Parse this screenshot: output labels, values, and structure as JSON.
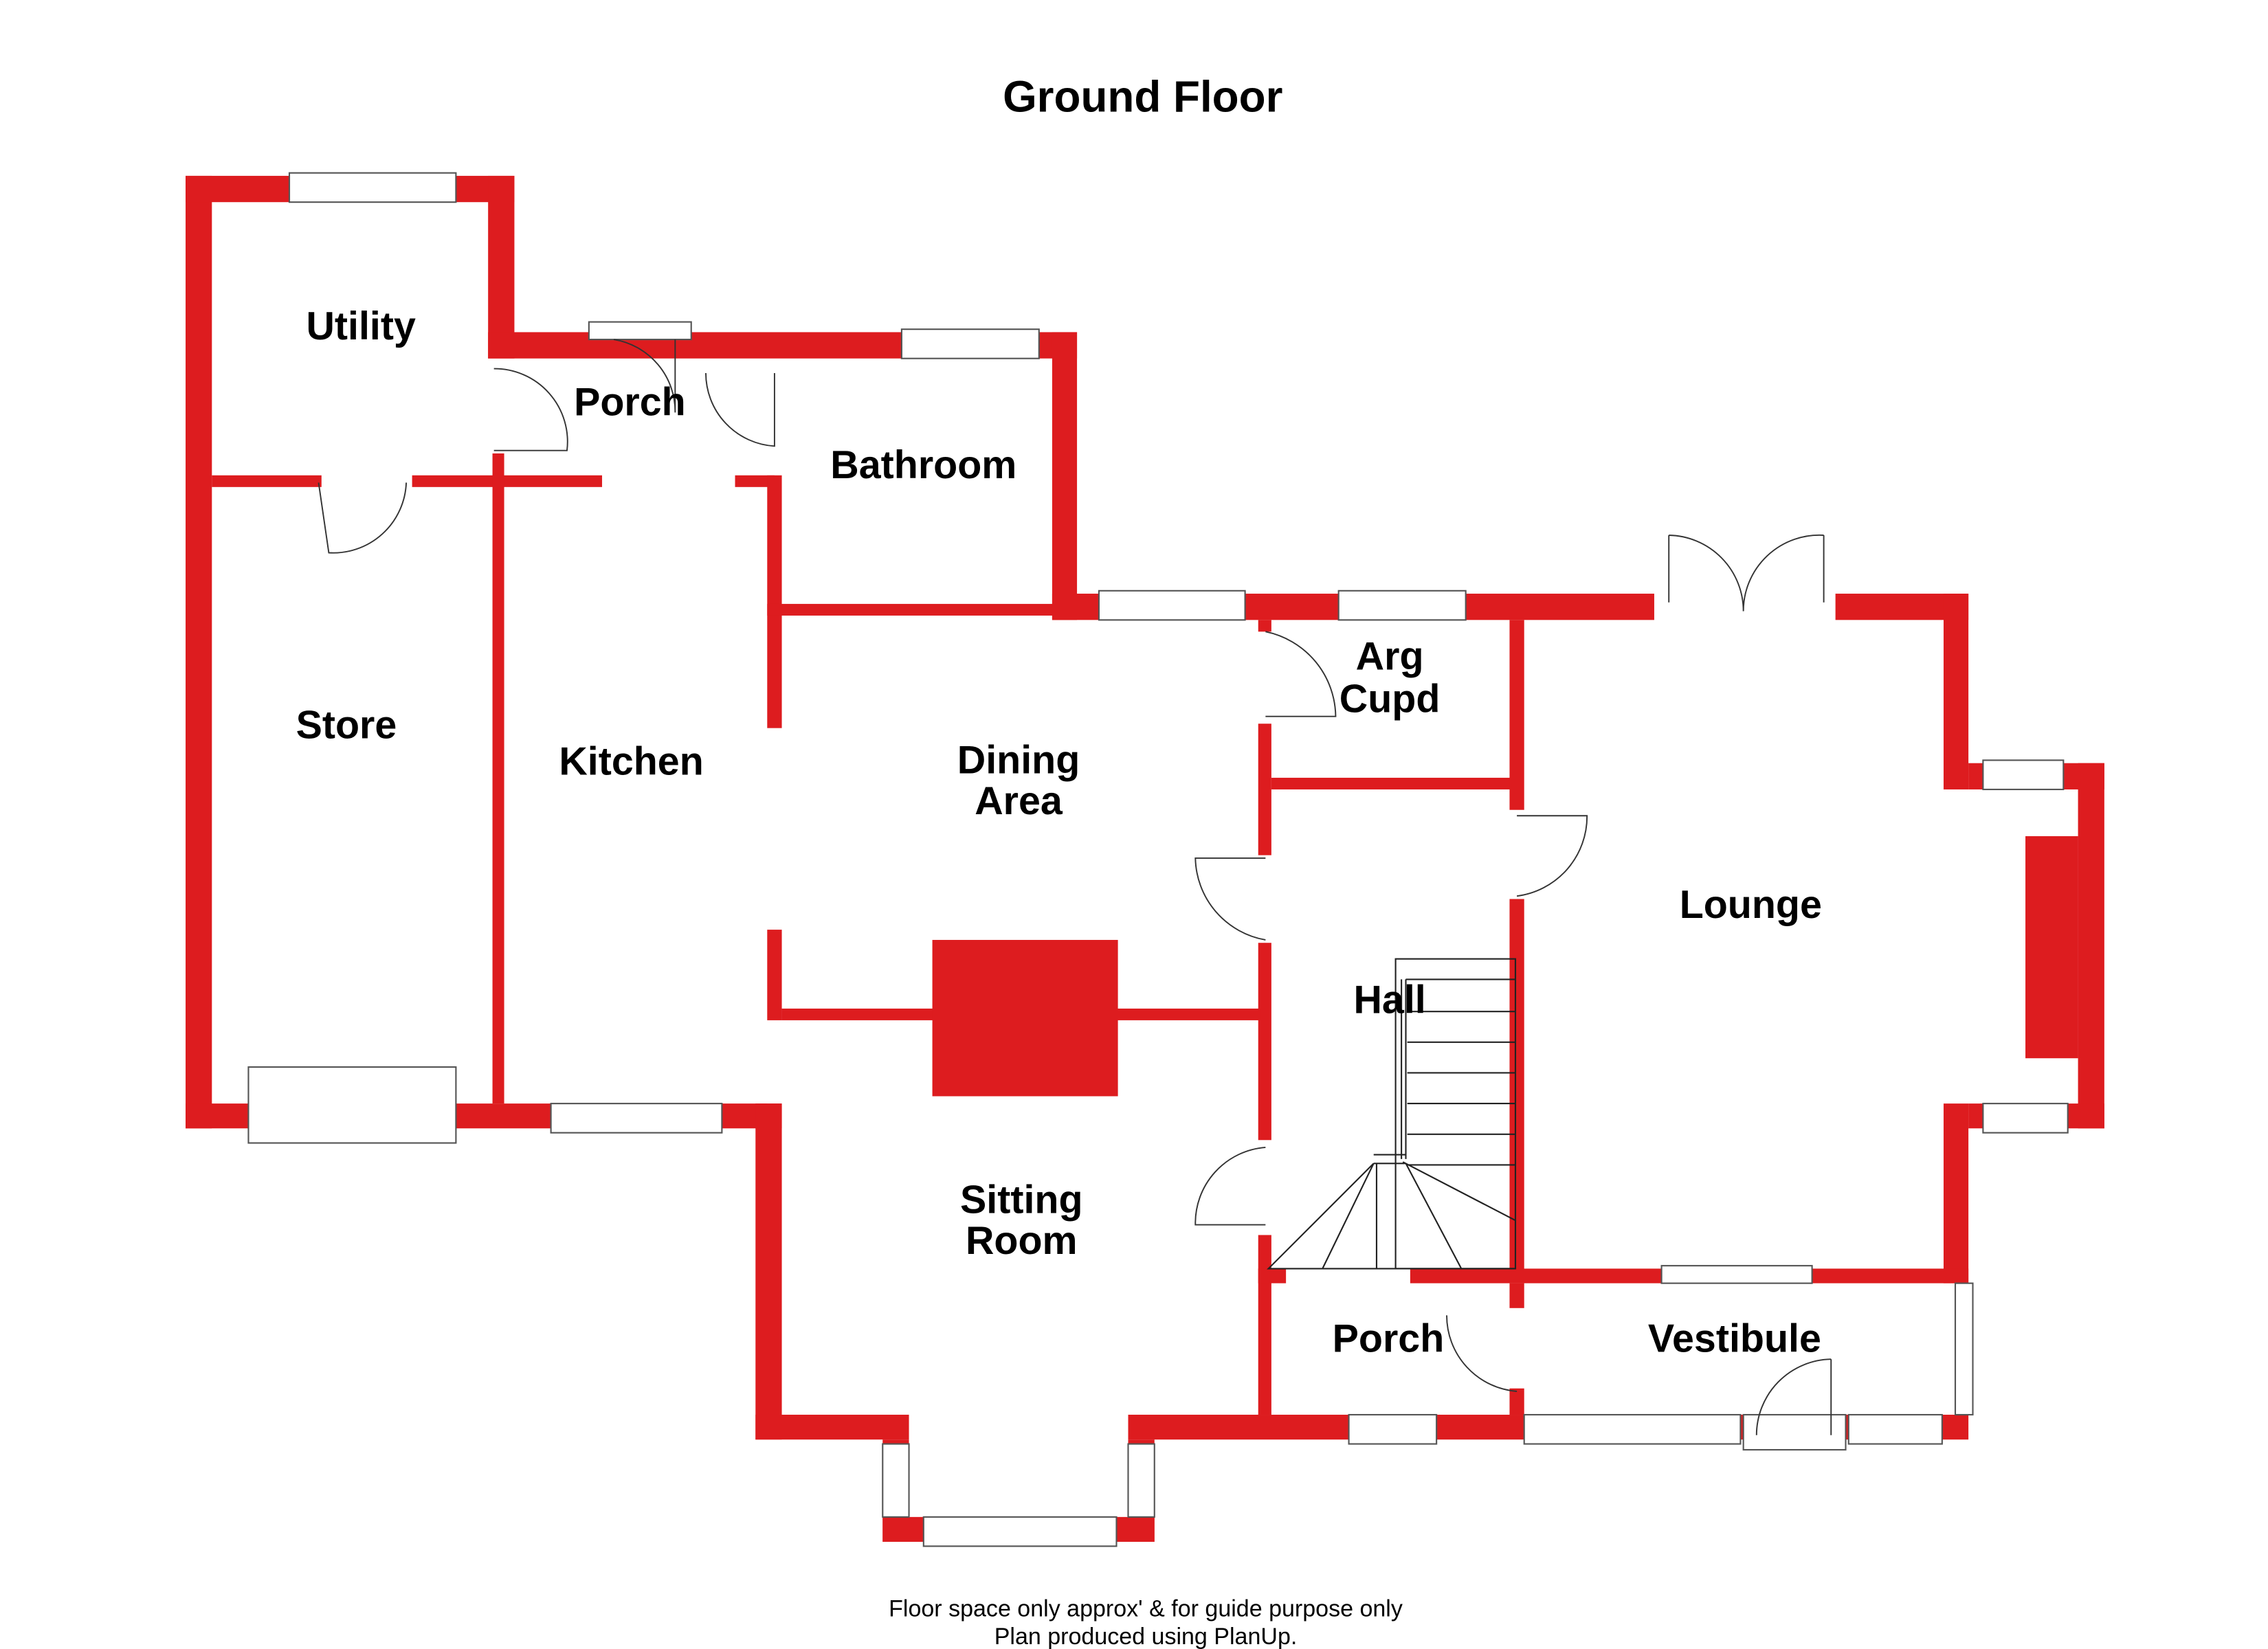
{
  "title": "Ground Floor",
  "rooms": {
    "utility": "Utility",
    "porch_rear": "Porch",
    "bathroom": "Bathroom",
    "store": "Store",
    "kitchen": "Kitchen",
    "dining_1": "Dining",
    "dining_2": "Area",
    "arg_1": "Arg",
    "arg_2": "Cupd",
    "lounge": "Lounge",
    "hall": "Hall",
    "sitting_1": "Sitting",
    "sitting_2": "Room",
    "porch_front": "Porch",
    "vestibule": "Vestibule"
  },
  "footer": {
    "line1": "Floor space only approx' & for guide purpose only",
    "line2": "Plan produced using PlanUp."
  },
  "colors": {
    "wall": "#dd1c1f"
  }
}
